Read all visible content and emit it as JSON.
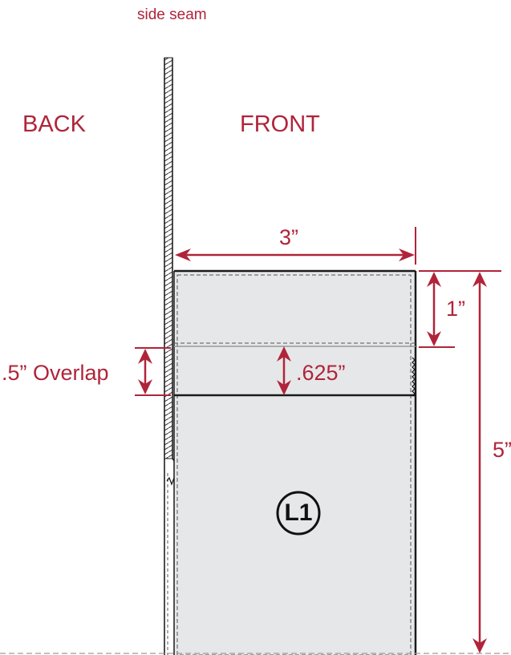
{
  "labels": {
    "side_seam": "side seam",
    "back": "BACK",
    "front": "FRONT",
    "width": "3”",
    "top_band": "1”",
    "overlap": ".5” Overlap",
    "band": ".625”",
    "height": "5”",
    "piece_id": "L1"
  },
  "colors": {
    "annotation": "#b0243a",
    "panel_fill": "#e6e7e9",
    "outline": "#1a1a1a",
    "stitch": "#555555"
  }
}
